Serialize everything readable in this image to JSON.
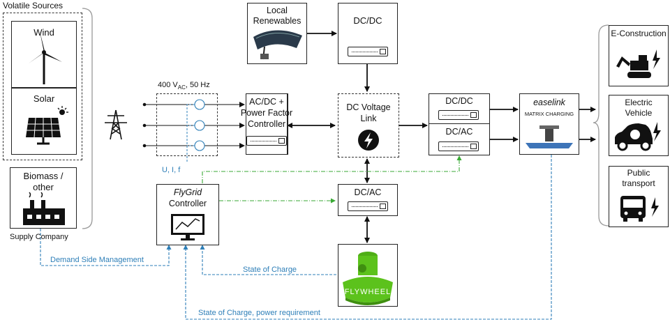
{
  "sources": {
    "volatile_title": "Volatile Sources",
    "wind": "Wind",
    "solar": "Solar",
    "biomass_line1": "Biomass /",
    "biomass_line2": "other",
    "supply_company": "Supply Company"
  },
  "grid": {
    "voltage_prefix": "400 V",
    "voltage_sub": "AC",
    "voltage_suffix": ", 50 Hz",
    "measure_label": "U, I, f"
  },
  "blocks": {
    "local_renewables_1": "Local",
    "local_renewables_2": "Renewables",
    "dcdc_top": "DC/DC",
    "acdc_1": "AC/DC +",
    "acdc_2": "Power Factor",
    "acdc_3": "Controller",
    "dc_link_1": "DC Voltage",
    "dc_link_2": "Link",
    "dcdc_right": "DC/DC",
    "dcac_right": "DC/AC",
    "dcac_bottom": "DC/AC",
    "flygrid_1": "FlyGrid",
    "flygrid_2": "Controller",
    "easelink": "easelink",
    "matrix_charging": "MATRIX CHARGING",
    "flywheel": "FLYWHEEL"
  },
  "consumers": {
    "e_construction": "E-Construction",
    "ev_1": "Electric",
    "ev_2": "Vehicle",
    "public_1": "Public",
    "public_2": "transport"
  },
  "signals": {
    "demand_side": "Demand Side Management",
    "state_of_charge": "State of Charge",
    "soc_power": "State of Charge, power requirement"
  },
  "colors": {
    "signal_blue": "#2e7fb8",
    "signal_green": "#3aaa35",
    "flywheel_green": "#5cc21c"
  }
}
